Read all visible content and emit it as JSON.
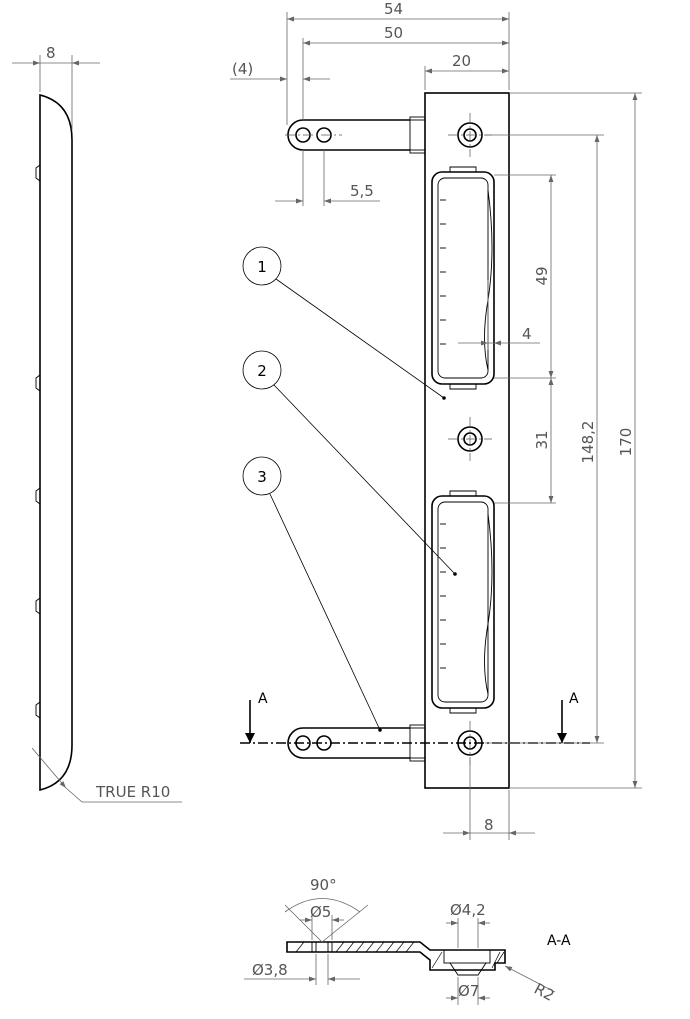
{
  "dimensions": {
    "top_overall": "54",
    "top_second": "50",
    "top_ref": "(4)",
    "top_plate": "20",
    "side_thickness": "8",
    "hole_spacing": "5,5",
    "pocket_height": "49",
    "pocket_offset": "4",
    "pocket_gap": "31",
    "hole_to_hole": "148,2",
    "overall_height": "170",
    "bottom_offset": "8",
    "true_radius": "TRUE R10"
  },
  "balloons": [
    "1",
    "2",
    "3"
  ],
  "section": {
    "marker": "A",
    "title": "A-A",
    "angle": "90°",
    "dia_5": "Ø5",
    "dia_42": "Ø4,2",
    "dia_38": "Ø3,8",
    "dia_7": "Ø7",
    "radius_r2": "R2"
  }
}
